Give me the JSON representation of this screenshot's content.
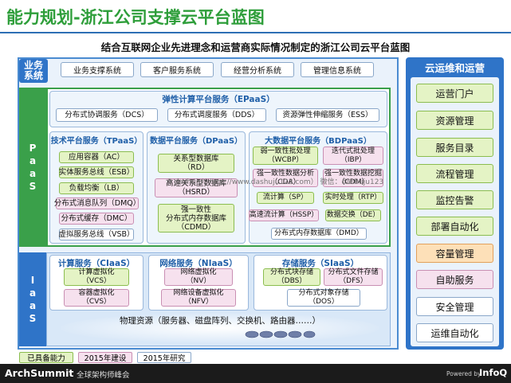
{
  "header": {
    "title": "能力规划-浙江公司支撑云平台蓝图",
    "subtitle": "结合互联网企业先进理念和运营商实际情况制定的浙江公司云平台蓝图"
  },
  "business": {
    "label": "业务\n系统",
    "items": [
      "业务支撑系统",
      "客户服务系统",
      "经营分析系统",
      "管理信息系统"
    ]
  },
  "paas": {
    "label": "P\na\na\nS",
    "epaas": {
      "title": "弹性计算平台服务（EPaaS）",
      "items": [
        "分布式协调服务（DCS）",
        "分布式调度服务（DDS）",
        "资源弹性伸缩服务（ESS）"
      ]
    },
    "tpaas": {
      "title": "技术平台服务（TPaaS）",
      "items": [
        "应用容器（AC）",
        "实体服务总线（ESB）",
        "负载均衡（LB）",
        "分布式消息队列（DMQ）",
        "分布式缓存（DMC）",
        "虚拟服务总线（VSB）"
      ]
    },
    "dpaas": {
      "title": "数据平台服务（DPaaS）",
      "items": [
        "关系型数据库\n（RD）",
        "高速关系型数据库\n（HSRD）",
        "强一致性\n分布式内存数据库\n（CDMD）"
      ]
    },
    "bdpaas": {
      "title": "大数据平台服务（BDPaaS）",
      "items": [
        "弱一致性批处理\n（WCBP）",
        "迭代式批处理\n（IBP）",
        "强一致性数据分析\n（CDA）",
        "强一致性数据挖掘\n（CDM）",
        "流计算（SP）",
        "实时处理（RTP）",
        "高速流计算（HSSP）",
        "数据交换（DE）",
        "分布式内存数据库（DMD）"
      ]
    }
  },
  "iaas": {
    "label": "I\na\na\nS",
    "ciaas": {
      "title": "计算服务（CIaaS）",
      "items": [
        "计算虚拟化\n（VCS）",
        "容器虚拟化\n（CVS）"
      ]
    },
    "niaas": {
      "title": "网络服务（NIaaS）",
      "items": [
        "网络虚拟化\n（NV）",
        "网络设备虚拟化\n（NFV）"
      ]
    },
    "siaas": {
      "title": "存储服务（SIaaS）",
      "items": [
        "分布式块存储\n（DBS）",
        "分布式文件存储\n（DFS）",
        "分布式对象存储\n（DOS）"
      ]
    },
    "physical": "物理资源（服务器、磁盘阵列、交换机、路由器……）"
  },
  "ops": {
    "title": "云运维和运营",
    "items": [
      "运营门户",
      "资源管理",
      "服务目录",
      "流程管理",
      "监控告警",
      "部署自动化",
      "容量管理",
      "自助服务",
      "安全管理",
      "运维自动化"
    ]
  },
  "legend": [
    "已具备能力",
    "2015年建设",
    "2015年研究"
  ],
  "footer": {
    "brand": "ArchSummit",
    "brand_sub": "全球架构师峰会",
    "powered": "Powered by",
    "powered_brand": "InfoQ"
  },
  "watermark": "3 dashuju：http://www.dashuju123.com）  微信：dashuju123"
}
